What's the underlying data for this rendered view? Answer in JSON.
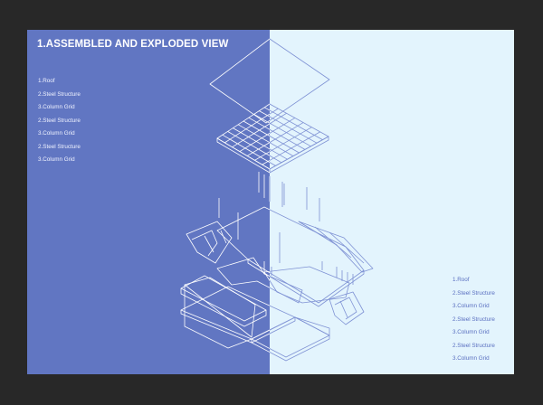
{
  "diagram": {
    "title": "1.ASSEMBLED AND EXPLODED VIEW",
    "legend_left": [
      "1.Roof",
      "2.Steel Structure",
      "3.Column Grid",
      "2.Steel Structure",
      "3.Column Grid",
      "2.Steel Structure",
      "3.Column Grid"
    ],
    "legend_right": [
      "1.Roof",
      "2.Steel Structure",
      "3.Column Grid",
      "2.Steel Structure",
      "3.Column Grid",
      "2.Steel Structure",
      "3.Column Grid"
    ]
  },
  "colors": {
    "outer_background": "#282828",
    "left_panel": "#6176c2",
    "right_panel": "#e3f4fd",
    "line_on_left": "#ffffff",
    "line_on_right": "#7f92d4"
  }
}
